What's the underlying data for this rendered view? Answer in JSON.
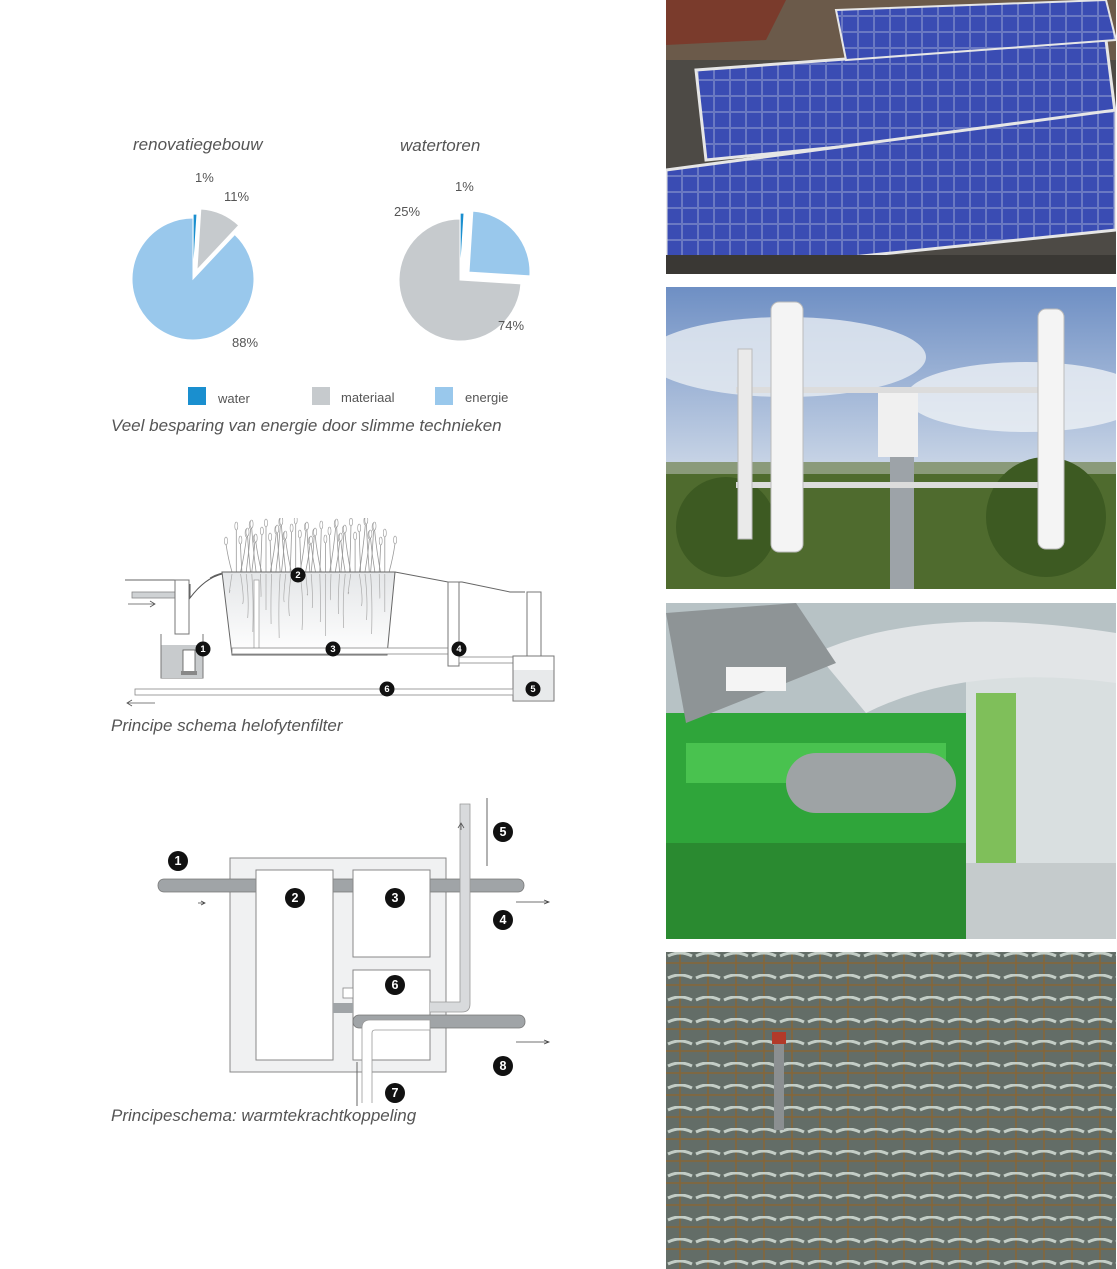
{
  "charts": {
    "chart_data": [
      {
        "type": "pie",
        "title": "renovatiegebouw",
        "categories": [
          "water",
          "materiaal",
          "energie"
        ],
        "values": [
          1,
          11,
          88
        ],
        "labels": [
          "1%",
          "11%",
          "88%"
        ]
      },
      {
        "type": "pie",
        "title": "watertoren",
        "categories": [
          "water",
          "energie",
          "materiaal"
        ],
        "values": [
          1,
          25,
          74
        ],
        "labels": [
          "1%",
          "25%",
          "74%"
        ]
      }
    ],
    "colors": {
      "water": "#1a8fcf",
      "materiaal": "#c6cacd",
      "energie": "#99c8ec"
    }
  },
  "legend": [
    {
      "key": "water",
      "label": "water"
    },
    {
      "key": "materiaal",
      "label": "materiaal"
    },
    {
      "key": "energie",
      "label": "energie"
    }
  ],
  "captions": {
    "pies": "Veel besparing van energie door slimme technieken",
    "helofyten": "Principe schema helofytenfilter",
    "wkk": "Principeschema: warmtekrachtkoppeling"
  },
  "helofyten_markers": [
    "1",
    "2",
    "3",
    "4",
    "5",
    "6"
  ],
  "wkk_markers": [
    "1",
    "2",
    "3",
    "4",
    "5",
    "6",
    "7",
    "8"
  ]
}
